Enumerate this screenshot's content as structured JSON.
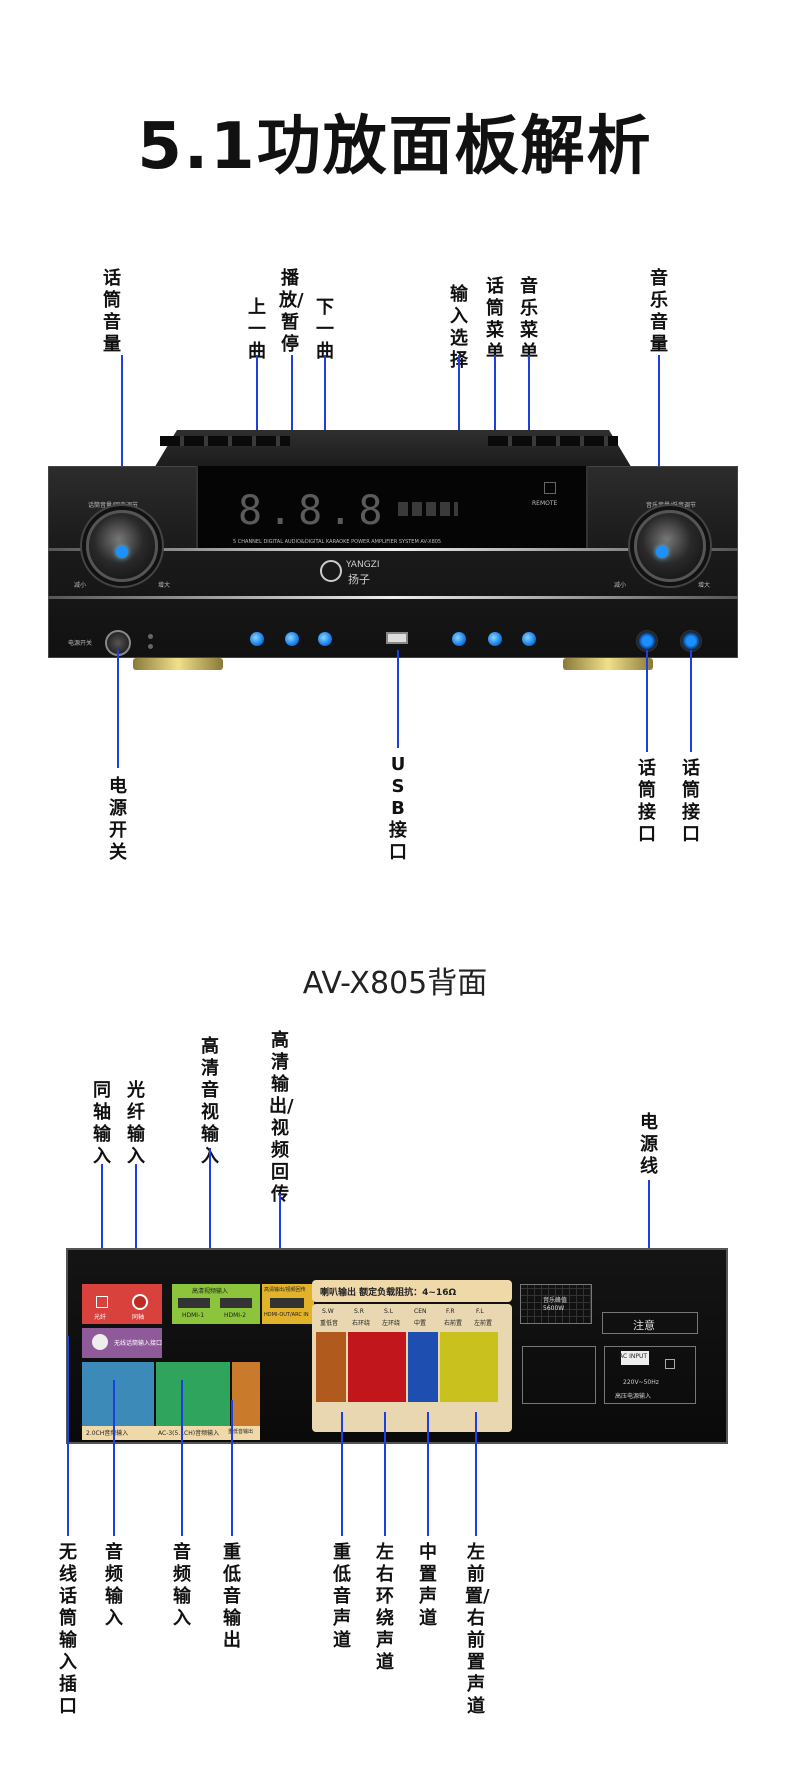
{
  "title": "5.1功放面板解析",
  "front_labels": {
    "mic_volume": "话筒音量",
    "prev_track": "上一曲",
    "play_pause": "播放/暂停",
    "next_track": "下一曲",
    "input_select": "输入选择",
    "mic_menu": "话筒菜单",
    "music_menu": "音乐菜单",
    "music_volume": "音乐音量",
    "power_switch": "电源开关",
    "usb_port": "USB接口",
    "mic_jack_1": "话筒接口",
    "mic_jack_2": "话筒接口"
  },
  "front_panel": {
    "brand": "YANGZI",
    "brand_cn": "扬子",
    "system_text": "5 CHANNEL DIGITAL AUDIO&DIGITAL KARAOKE POWER AMPLIFIER SYSTEM    AV-X805",
    "left_knob_label": "话筒音量/回声调节",
    "right_knob_label": "音乐音量/低音调节",
    "power_label": "电源开关",
    "remote_label": "REMOTE",
    "knob_min": "减小",
    "knob_max": "增大",
    "display": "8.8.8"
  },
  "subtitle": "AV-X805背面",
  "rear_labels": {
    "coaxial_in": "同轴输入",
    "optical_in": "光纤输入",
    "hd_av_in": "高清音视输入",
    "hd_out": "高清输出/视频回传",
    "power_cord": "电源线",
    "wireless_mic": "无线话筒输入插口",
    "audio_in_1": "音频输入",
    "audio_in_2": "音频输入",
    "sub_out": "重低音输出",
    "sub_channel": "重低音声道",
    "surround_channel": "左右环绕声道",
    "center_channel": "中置声道",
    "front_channel": "左前置/右前置声道"
  },
  "rear_panel": {
    "speaker_title": "喇叭输出    额定负载阻抗：4~16Ω",
    "peak_power": "音乐峰值",
    "peak_value": "5600W",
    "warning": "注意",
    "ac_input": "AC INPUT",
    "voltage": "220V~50Hz",
    "hv_input": "高压电源输入",
    "hdmi_in_label": "高清视频输入",
    "hdmi_out_label": "高清输出/视频回传",
    "hdmi1": "HDMI-1",
    "hdmi2": "HDMI-2",
    "hdmi_out": "HDMI-OUT/ARC IN",
    "coaxial": "同轴",
    "optical": "光纤",
    "in_20ch": "2.0CH音频输入",
    "in_51ch": "AC-3(5.1CH)音频输入",
    "sub_out_label": "重低音输出",
    "wireless_label": "无线话筒输入接口",
    "speakers": [
      {
        "code": "S.W",
        "name": "重低音"
      },
      {
        "code": "S.R",
        "name": "右环绕"
      },
      {
        "code": "S.L",
        "name": "左环绕"
      },
      {
        "code": "CEN",
        "name": "中置"
      },
      {
        "code": "F.R",
        "name": "右前置"
      },
      {
        "code": "F.L",
        "name": "左前置"
      }
    ],
    "colors": {
      "sw": "#b05a1e",
      "surround": "#c0161c",
      "center": "#1e4fb0",
      "front": "#c9c21e",
      "accent_line": "#1d3fe0"
    }
  }
}
